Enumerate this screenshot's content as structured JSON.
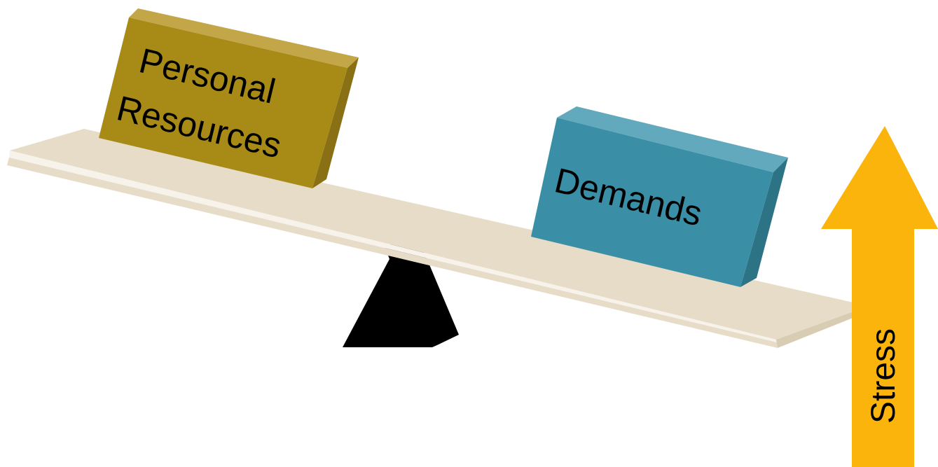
{
  "blocks": {
    "left": {
      "label_line1": "Personal",
      "label_line2": "Resources",
      "color": "#a88a16"
    },
    "right": {
      "label": "Demands",
      "color": "#3a8fa6"
    }
  },
  "arrow": {
    "label": "Stress",
    "color": "#fbb40c",
    "direction": "up"
  },
  "plank": {
    "color": "#e6dcc8"
  },
  "fulcrum": {
    "color": "#000000"
  }
}
